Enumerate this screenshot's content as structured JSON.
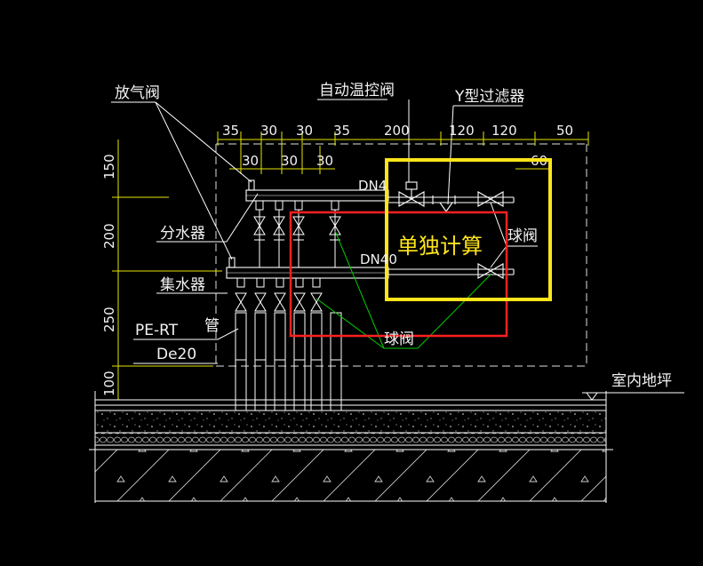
{
  "labels": {
    "air_vent": "放气阀",
    "auto_temp_valve": "自动温控阀",
    "y_filter": "Y型过滤器",
    "distributor": "分水器",
    "collector": "集水器",
    "pipe_type": "PE-RT",
    "pipe_word": "管",
    "pipe_size": "De20",
    "ball_valve_right": "球阀",
    "ball_valve_bottom": "球阀",
    "indoor_floor": "室内地坪",
    "dn_upper": "DN4",
    "dn_lower": "DN40",
    "highlight_note": "单独计算"
  },
  "dims_top": [
    "35",
    "30",
    "30",
    "35",
    "200",
    "120",
    "120",
    "50"
  ],
  "dims_second": [
    "30",
    "30",
    "30",
    "60"
  ],
  "dims_left": [
    "150",
    "200",
    "250",
    "100"
  ],
  "colors": {
    "background": "#000000",
    "line": "#ffffff",
    "dim_line": "#e6e600",
    "leader": "#00d000",
    "red_box": "#ff2020",
    "yellow_box": "#ffe51a",
    "text": "#f2f2f2"
  }
}
